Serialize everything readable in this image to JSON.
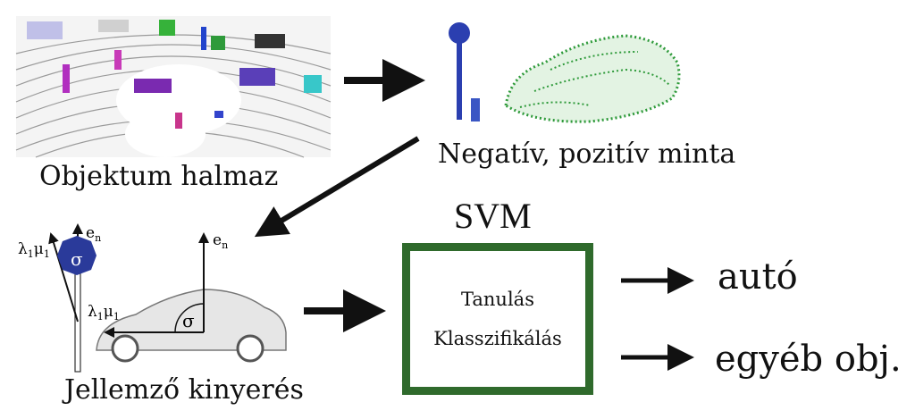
{
  "labels": {
    "objects": "Objektum halmaz",
    "samples": "Negatív, pozitív minta",
    "features": "Jellemző kinyerés",
    "svm": "SVM",
    "box_line1": "Tanulás",
    "box_line2": "Klasszifikálás",
    "out_car": "autó",
    "out_other": "egyéb obj."
  },
  "symbols": {
    "en": "e",
    "en_sub": "n",
    "lambda_mu": "λ",
    "lambda_sub": "1",
    "mu": "μ",
    "mu_sub": "1",
    "sigma": "σ"
  },
  "colors": {
    "box_border": "#2f6a2c",
    "positive_sample": "#2e9a3a",
    "negative_sample": "#2b3fb0",
    "sign": "#2a3a9a",
    "arrow": "#111111"
  }
}
